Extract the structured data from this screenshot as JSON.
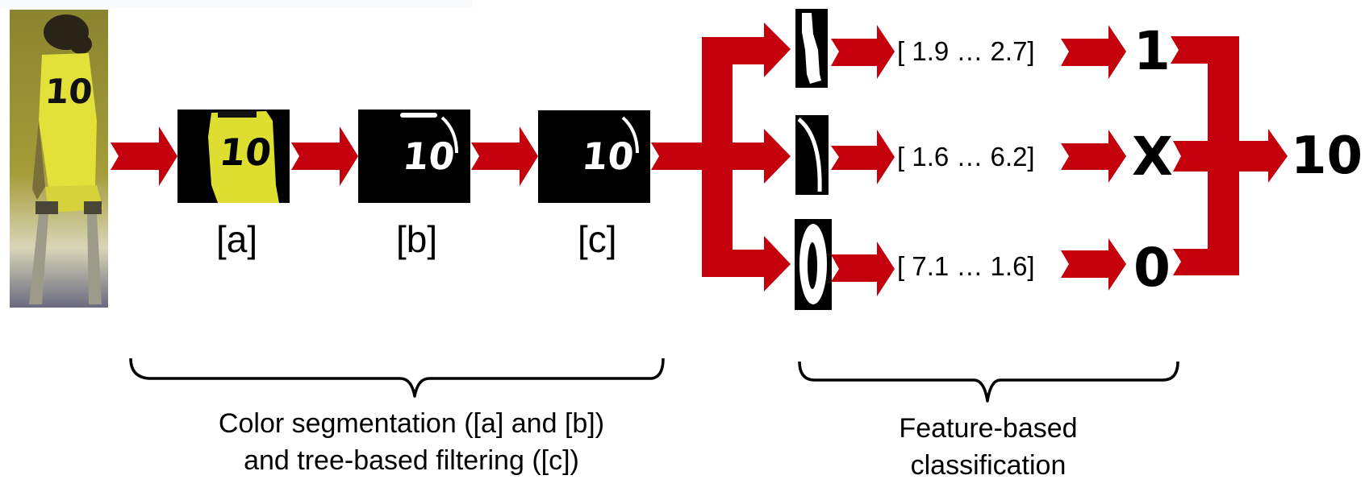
{
  "figure": {
    "input_image": {
      "name": "player-crop",
      "description": "basketball player in yellow jersey number 10",
      "jersey_number": "10"
    },
    "stages": [
      {
        "id": "a",
        "label": "[a]",
        "description": "color-segmented jersey (yellow on black)"
      },
      {
        "id": "b",
        "label": "[b]",
        "description": "binary mask with noise"
      },
      {
        "id": "c",
        "label": "[c]",
        "description": "tree-based filtered binary mask"
      }
    ],
    "segments": [
      {
        "id": "seg-1",
        "feature_vector": "[ 1.9 … 2.7]",
        "class": "1"
      },
      {
        "id": "seg-2",
        "feature_vector": "[ 1.6 … 6.2]",
        "class": "X"
      },
      {
        "id": "seg-3",
        "feature_vector": "[ 7.1 … 1.6]",
        "class": "0"
      }
    ],
    "result": "10",
    "captions": {
      "left_line1": "Color segmentation ([a] and [b])",
      "left_line2": "and tree-based filtering ([c])",
      "right_line1": "Feature-based",
      "right_line2": "classification"
    },
    "colors": {
      "arrow": "#c3000b",
      "jersey": "#e5e62c",
      "mask_bg": "#000000",
      "mask_fg": "#ffffff"
    }
  }
}
